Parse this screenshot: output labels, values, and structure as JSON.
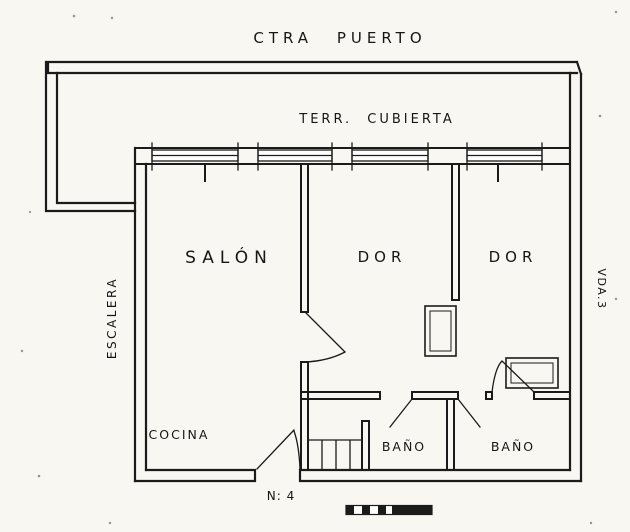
{
  "plan": {
    "road_label": "CTRA PUERTO",
    "terrace_label": "TERR. CUBIERTA",
    "stairs_label": "ESCALERA",
    "side_label": "VDA.3",
    "rooms": {
      "salon": "SALÓN",
      "bedroom_1": "DOR",
      "bedroom_2": "DOR",
      "kitchen": "COCINA",
      "bath_1": "BAÑO",
      "bath_2": "BAÑO"
    },
    "plan_number": "N: 4"
  },
  "colors": {
    "ink": "#1b1b1b",
    "paper": "#f8f7f2"
  }
}
